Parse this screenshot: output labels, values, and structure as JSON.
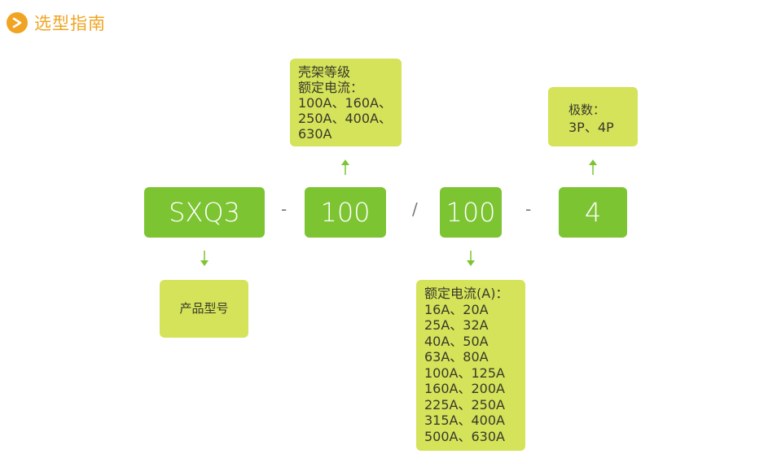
{
  "header": {
    "title": "选型指南",
    "icon": "chevron-right-circle-icon",
    "accent": "#f0a422"
  },
  "codes": {
    "model": "SXQ3",
    "sep1": "-",
    "frame_current": "100",
    "sep2": "/",
    "rated_current": "100",
    "sep3": "-",
    "poles": "4"
  },
  "notes": {
    "frame": {
      "lines": [
        "壳架等级",
        "额定电流：",
        "100A、160A、",
        "250A、400A、",
        "630A"
      ]
    },
    "poles": {
      "lines": [
        "极数：",
        "3P、4P"
      ]
    },
    "model": {
      "lines": [
        "产品型号"
      ]
    },
    "rated": {
      "lines": [
        "额定电流(A)：",
        "16A、20A",
        "25A、32A",
        "40A、50A",
        "63A、80A",
        "100A、125A",
        "160A、200A",
        "225A、250A",
        "315A、400A",
        "500A、630A"
      ]
    }
  },
  "colors": {
    "box": "#7cc432",
    "note": "#d4e35a",
    "arrow": "#7cc432"
  }
}
